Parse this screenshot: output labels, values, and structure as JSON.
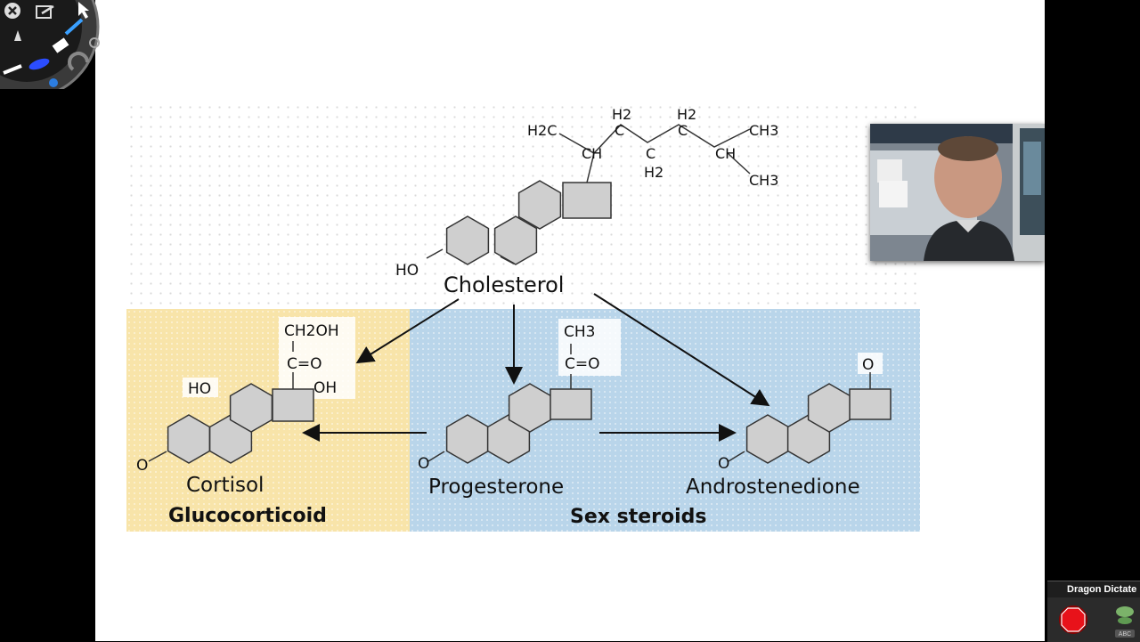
{
  "slide": {
    "cholesterol": {
      "name": "Cholesterol",
      "side_chain": [
        "H2C",
        "CH",
        "C",
        "H2",
        "C",
        "H2",
        "C",
        "H2",
        "CH",
        "CH3",
        "CH3"
      ],
      "hydroxyl": "HO"
    },
    "cortisol": {
      "name": "Cortisol",
      "class": "Glucocorticoid",
      "labels": [
        "CH2OH",
        "C=O",
        "OH",
        "HO",
        "O"
      ]
    },
    "progesterone": {
      "name": "Progesterone",
      "labels": [
        "CH3",
        "C=O",
        "O"
      ]
    },
    "androstenedione": {
      "name": "Androstenedione",
      "labels": [
        "O",
        "O"
      ]
    },
    "group_label": "Sex steroids",
    "colors": {
      "glucocorticoid_panel": "#f8e4a9",
      "sex_steroid_panel": "#b9d5ea",
      "ring_fill": "#cfcfcf"
    }
  },
  "toolbar": {
    "icons": [
      "close-icon",
      "share-icon",
      "pointer-icon",
      "pen-icon",
      "eraser-icon",
      "highlighter-icon",
      "undo-icon",
      "settings-icon"
    ]
  },
  "webcam": {
    "description_icon": "presenter-video"
  },
  "dragon": {
    "title": "Dragon Dictate",
    "mic_label": "ABC"
  }
}
